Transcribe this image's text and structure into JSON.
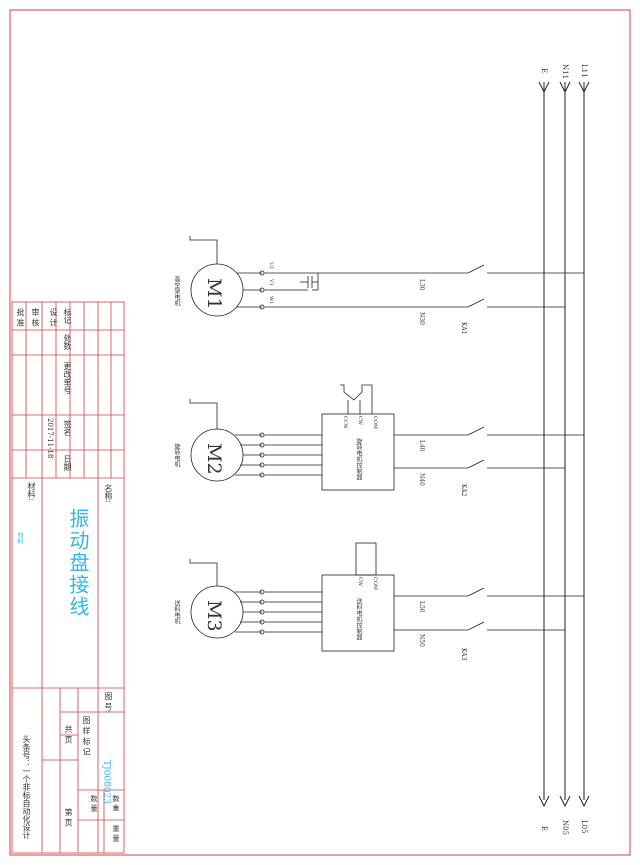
{
  "colors": {
    "frame": "#d04040",
    "line": "#222222",
    "title_cyan": "#33b5e5"
  },
  "rails": {
    "top_labels": [
      "L11",
      "N11",
      "E"
    ],
    "bottom_labels": [
      "L05",
      "N05",
      "E"
    ]
  },
  "motors": [
    {
      "label": "M1",
      "caption": "高空架电机",
      "terminals": [
        "U1",
        "V1",
        "W1"
      ],
      "wires": [
        "L30",
        "N30"
      ],
      "contactor": "KA1"
    },
    {
      "label": "M2",
      "caption": "旋转电机",
      "controller": "旋转电机控制器",
      "controller_pins": [
        "COM",
        "CW",
        "CCW"
      ],
      "wires": [
        "L40",
        "N40"
      ],
      "contactor": "KA2"
    },
    {
      "label": "M3",
      "caption": "送料电机",
      "controller": "送料电机控制器",
      "controller_pins": [
        "COM",
        "CW"
      ],
      "wires": [
        "L50",
        "N50"
      ],
      "contactor": "KA3"
    }
  ],
  "title_block": {
    "col1": [
      "标记",
      "设 计",
      "审 核",
      "批 准"
    ],
    "col2": [
      "处数"
    ],
    "col3": [
      "更改单号"
    ],
    "col4": [
      "签名",
      "2017-11-18"
    ],
    "col5": [
      "日期"
    ],
    "name_label": "名称:",
    "material_label": "材料:",
    "material_value": "材料",
    "drawing_title": "振动盘接线",
    "drawing_no_label": "图 号:",
    "drawing_no": "TJ008023",
    "stage_label": "图 样 标 记",
    "qty_label": "数 量",
    "weight_label": "数 重",
    "scale_label": "重 量",
    "sheets_label": "共  页",
    "sheet_label": "第  页",
    "footer": "头条号：一个非标自动化设计"
  }
}
